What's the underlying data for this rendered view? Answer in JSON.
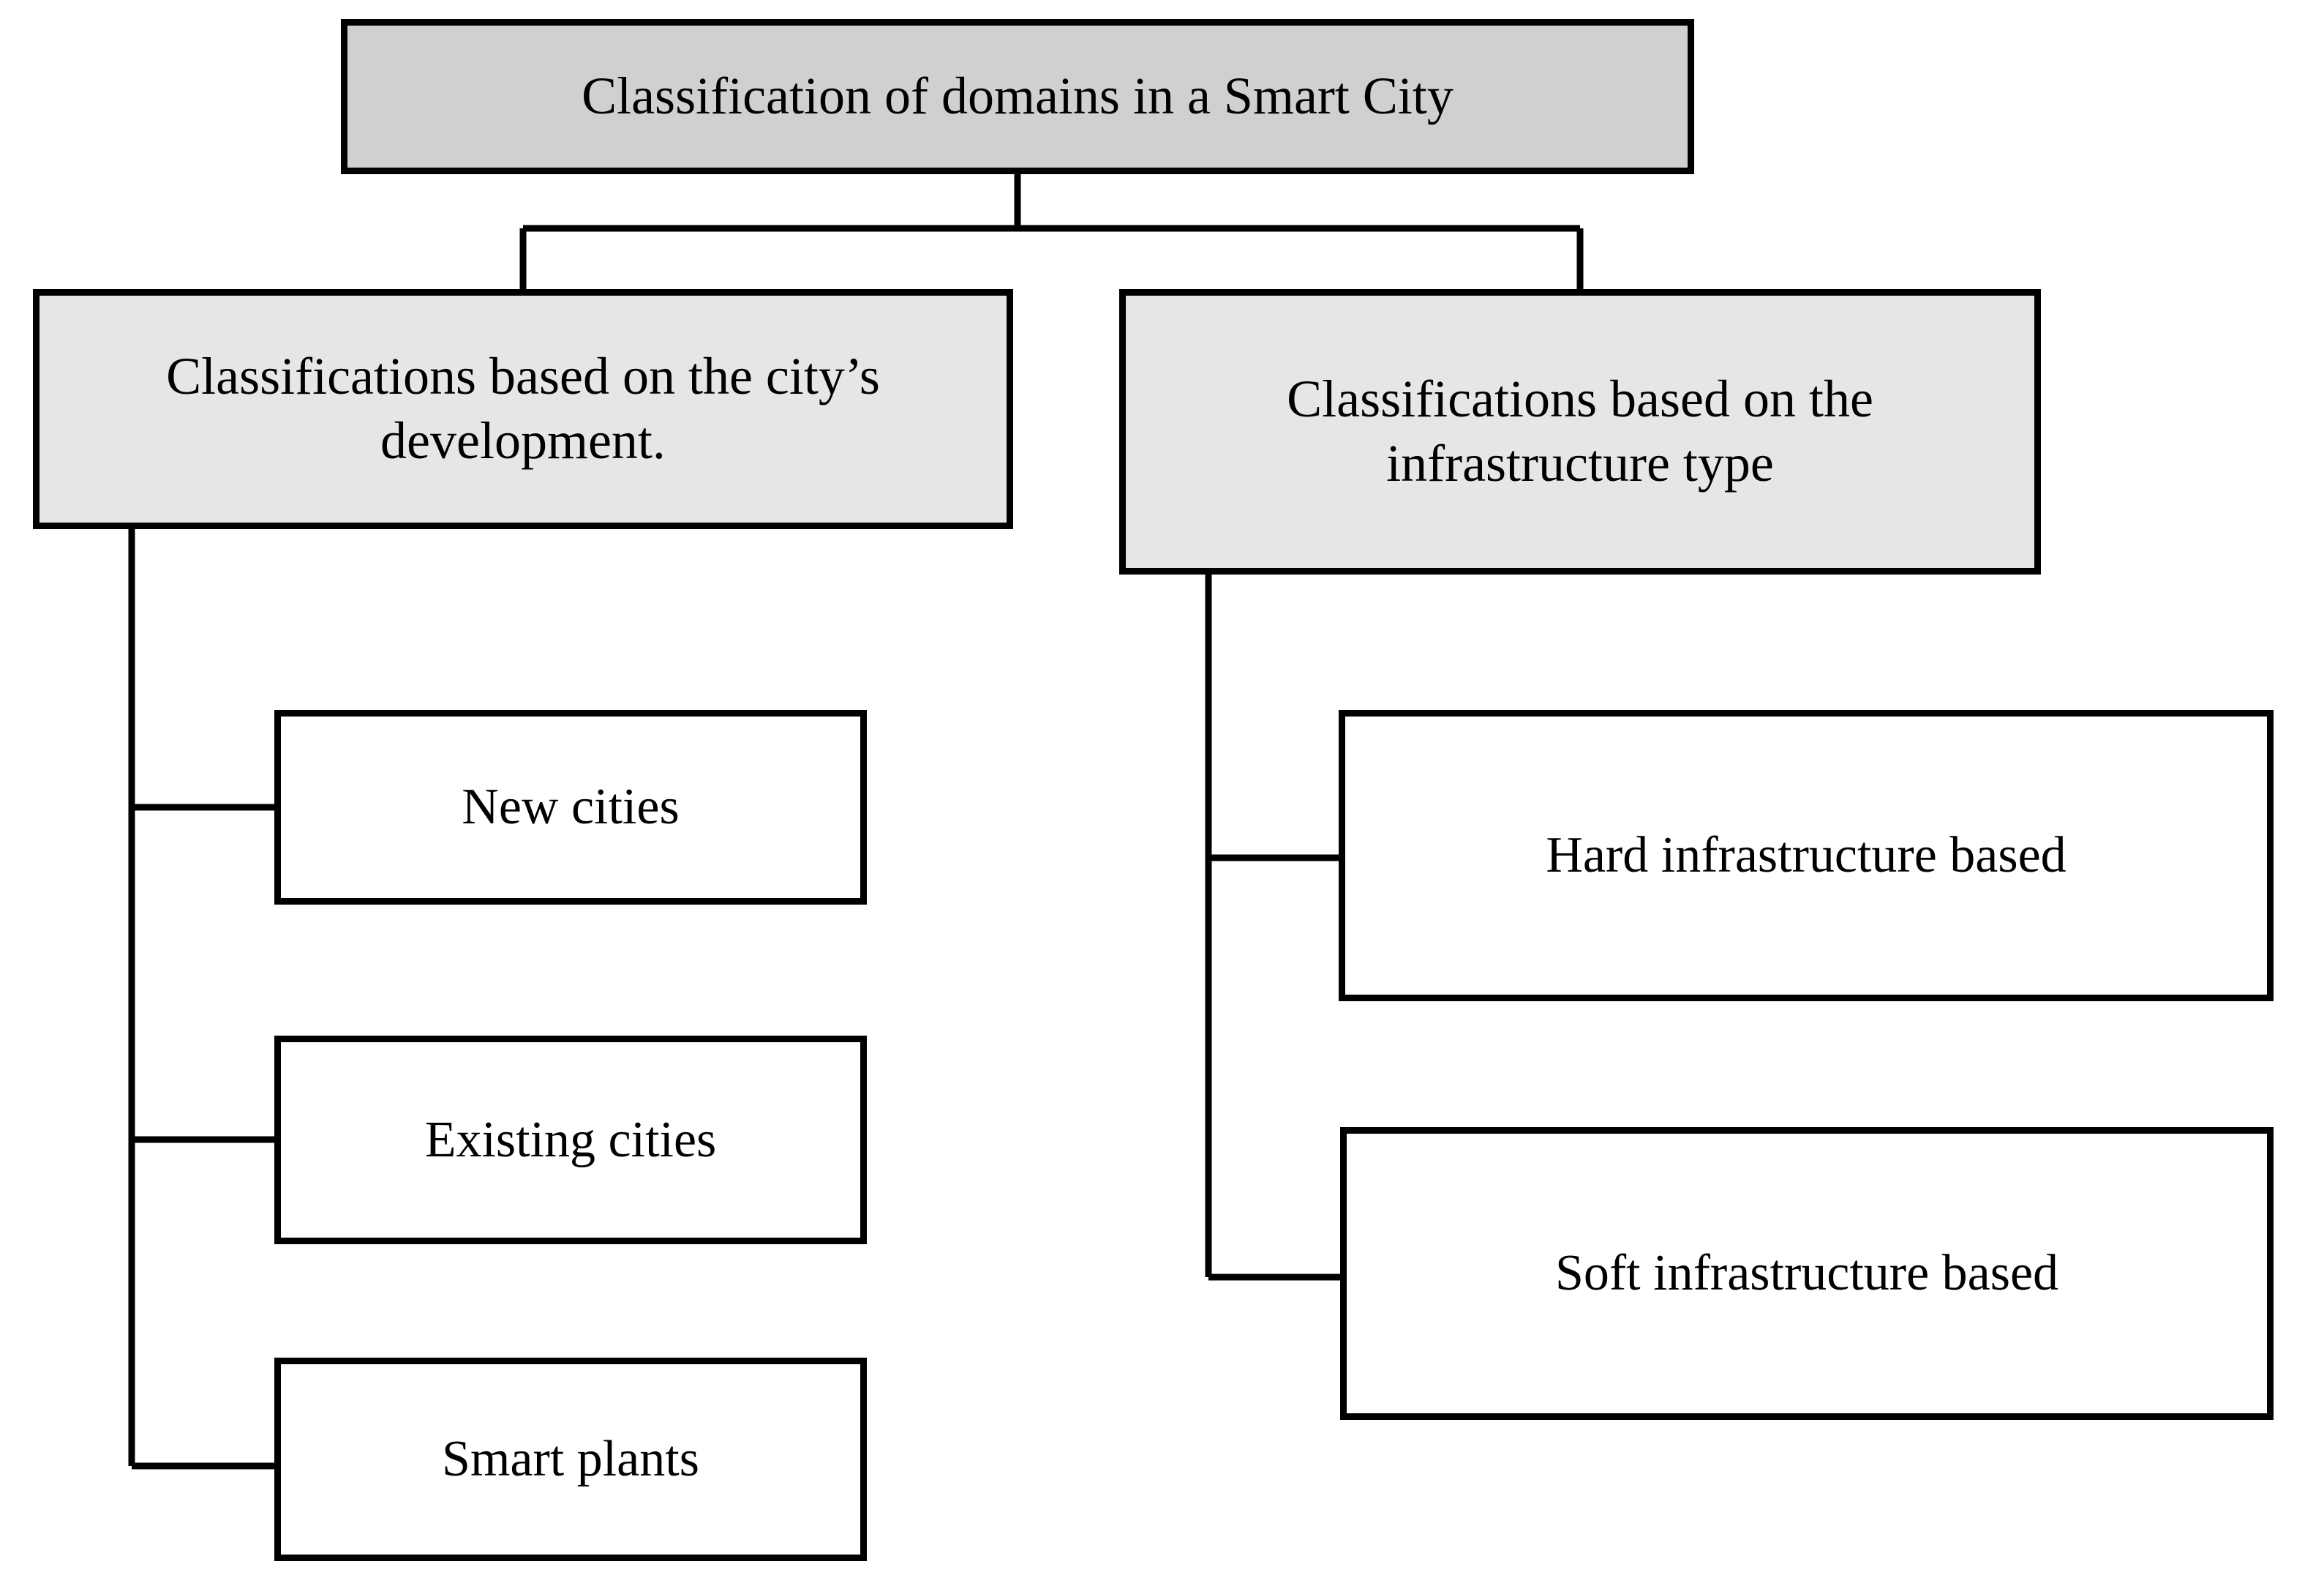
{
  "diagram": {
    "title": "Classification of domains in a Smart City",
    "type": "hierarchy-tree",
    "root": {
      "label": "Classification of domains in a Smart City",
      "fill": "#d0d0d0",
      "stroke": "#000000"
    },
    "branches": [
      {
        "id": "development",
        "label": "Classifications based on the city’s development.",
        "fill": "#e6e6e6",
        "children": [
          {
            "id": "new-cities",
            "label": "New cities",
            "fill": "#ffffff"
          },
          {
            "id": "existing-cities",
            "label": "Existing cities",
            "fill": "#ffffff"
          },
          {
            "id": "smart-plants",
            "label": "Smart plants",
            "fill": "#ffffff"
          }
        ]
      },
      {
        "id": "infrastructure",
        "label": "Classifications based on the infrastructure type",
        "fill": "#e6e6e6",
        "children": [
          {
            "id": "hard-infrastructure",
            "label": "Hard infrastructure based",
            "fill": "#ffffff"
          },
          {
            "id": "soft-infrastructure",
            "label": "Soft infrastructure based",
            "fill": "#ffffff"
          }
        ]
      }
    ],
    "connector_color": "#000000",
    "background": "#ffffff"
  }
}
